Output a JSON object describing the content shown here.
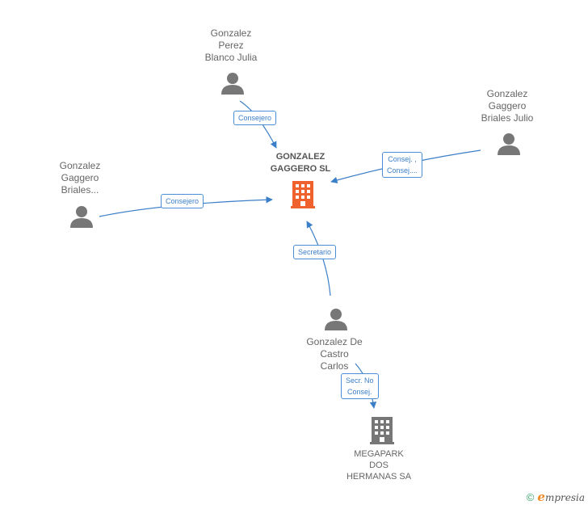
{
  "center": {
    "name_line1": "GONZALEZ",
    "name_line2": "GAGGERO SL"
  },
  "people": [
    {
      "id": "perez-blanco",
      "lines": [
        "Gonzalez",
        "Perez",
        "Blanco Julia"
      ],
      "edge": [
        "Consejero"
      ]
    },
    {
      "id": "gaggero-julio",
      "lines": [
        "Gonzalez",
        "Gaggero",
        "Briales Julio"
      ],
      "edge": [
        "Consej. ,",
        "Consej...."
      ]
    },
    {
      "id": "gaggero-briales",
      "lines": [
        "Gonzalez",
        "Gaggero",
        "Briales..."
      ],
      "edge": [
        "Consejero"
      ]
    },
    {
      "id": "de-castro",
      "lines": [
        "Gonzalez De",
        "Castro",
        "Carlos"
      ],
      "edge": [
        "Secretario"
      ]
    }
  ],
  "secondary_company": {
    "lines": [
      "MEGAPARK",
      "DOS",
      "HERMANAS SA"
    ],
    "edge": [
      "Secr.  No",
      "Consej."
    ]
  },
  "footer": {
    "copyright_symbol": "©",
    "brand_initial": "e",
    "brand_rest": "mpresia"
  },
  "colors": {
    "edge": "#3b7fc8",
    "person_icon": "#777777",
    "center_company_icon": "#f0622d",
    "company_icon": "#777777"
  },
  "icons": {
    "person": "person-icon",
    "company": "building-icon"
  }
}
